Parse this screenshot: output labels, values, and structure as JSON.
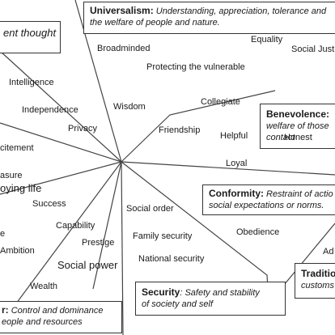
{
  "boxes": {
    "universalism": {
      "title": "Universalism:",
      "desc": " Understanding, appreciation, tolerance and",
      "desc2": "the welfare of people and nature."
    },
    "self_direction": {
      "text": "ent thought"
    },
    "benevolence": {
      "title": "Benevolence:",
      "desc": "welfare of those",
      "desc2": "contact"
    },
    "conformity": {
      "title": "Conformity:",
      "desc": " Restraint of actio",
      "desc2": "social expectations or norms."
    },
    "tradition": {
      "title": "Traditio",
      "desc": "customs"
    },
    "security": {
      "title": "Security",
      "desc": ": Safety and stability",
      "desc2": "of society and self"
    },
    "power": {
      "title": "r:",
      "desc": " Control and dominance",
      "desc2": "eople and resources"
    }
  },
  "words": {
    "equality": "Equality",
    "social_justice": "Social Justi",
    "broadminded": "Broadminded",
    "protecting": "Protecting the vulnerable",
    "intelligence": "Intelligence",
    "collegiate": "Collegiate",
    "wisdom": "Wisdom",
    "independence": "Independence",
    "privacy": "Privacy",
    "friendship": "Friendship",
    "helpful": "Helpful",
    "honest": "Honest",
    "excitement": "citement",
    "loyal": "Loyal",
    "pleasure": "asure",
    "enjoying": "oying life",
    "success": "Success",
    "social_order": "Social order",
    "capability": "Capability",
    "obedience": "Obedience",
    "e_fragment": "e",
    "family_security": "Family security",
    "prestige": "Prestige",
    "ambition": "Ambition",
    "ad_fragment": "Ad",
    "national_security": "National security",
    "social_power": "Social power",
    "wealth": "Wealth"
  }
}
